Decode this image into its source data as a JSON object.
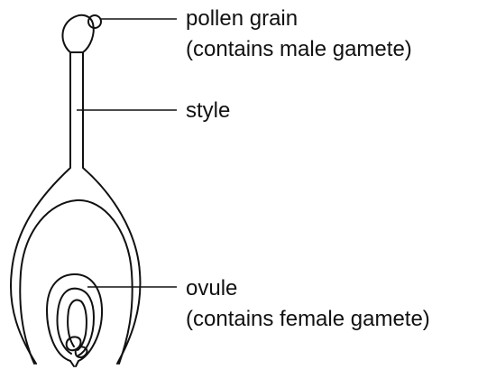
{
  "labels": {
    "pollen_grain": {
      "line1": "pollen grain",
      "line2": "(contains male gamete)"
    },
    "style": {
      "line1": "style"
    },
    "ovule": {
      "line1": "ovule",
      "line2": "(contains female gamete)"
    }
  },
  "colors": {
    "ink": "#111111",
    "background": "#ffffff"
  }
}
